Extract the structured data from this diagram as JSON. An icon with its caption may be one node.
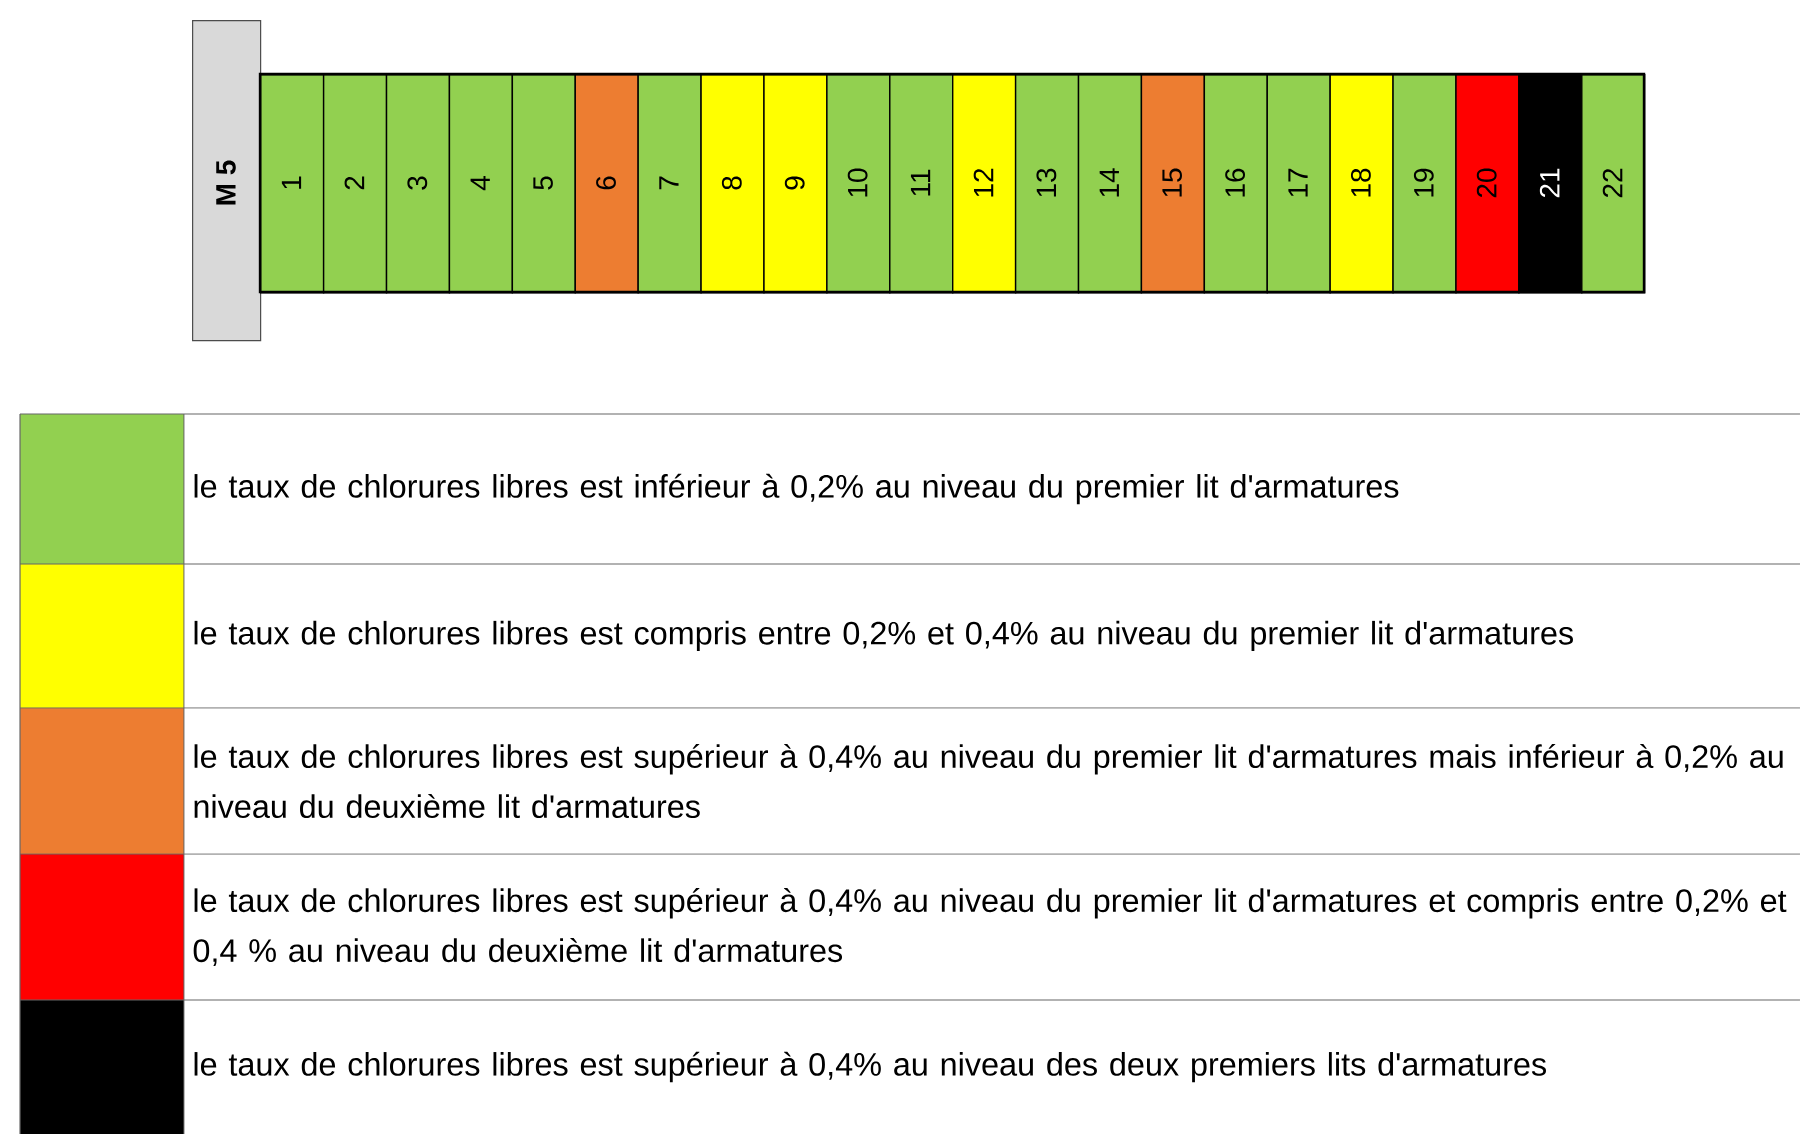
{
  "diagram": {
    "nodes": [
      {
        "text": [
          "M 5"
        ]
      },
      {
        "text": [
          "1"
        ]
      },
      {
        "text": [
          "2"
        ]
      },
      {
        "text": [
          "3"
        ]
      },
      {
        "text": [
          "4"
        ]
      },
      {
        "text": [
          "5"
        ]
      },
      {
        "text": [
          "6"
        ]
      },
      {
        "text": [
          "7"
        ]
      },
      {
        "text": [
          "8"
        ]
      },
      {
        "text": [
          "9"
        ]
      },
      {
        "text": [
          "10"
        ]
      },
      {
        "text": [
          "11"
        ]
      },
      {
        "text": [
          "12"
        ]
      },
      {
        "text": [
          "13"
        ]
      },
      {
        "text": [
          "14"
        ]
      },
      {
        "text": [
          "15"
        ]
      },
      {
        "text": [
          "16"
        ]
      },
      {
        "text": [
          "17"
        ]
      },
      {
        "text": [
          "18"
        ]
      },
      {
        "text": [
          "19"
        ]
      },
      {
        "text": [
          "20"
        ]
      },
      {
        "text": [
          "21"
        ]
      },
      {
        "text": [
          "22"
        ]
      }
    ],
    "legend": [
      {
        "text": "le taux de chlorures libres est inférieur à 0,2% au niveau du premier lit d'armatures",
        "color": "#92d050"
      },
      {
        "text": "le taux de chlorures libres est compris entre 0,2% et 0,4% au niveau du premier lit d'armatures",
        "color": "#ffff00"
      },
      {
        "text": "le taux de chlorures libres est supérieur à 0,4% au niveau du premier lit d'armatures mais inférieur à 0,2% au niveau du deuxième lit d'armatures",
        "color": "#ed7d31"
      },
      {
        "text": "le taux de chlorures libres est supérieur à 0,4% au niveau du premier lit d'armatures et compris entre 0,2% et 0,4 % au niveau du deuxième lit d'armatures",
        "color": "#ff0000"
      },
      {
        "text": "le taux de chlorures libres est supérieur à 0,4% au niveau des deux premiers lits d'armatures",
        "color": "#000000"
      }
    ]
  }
}
